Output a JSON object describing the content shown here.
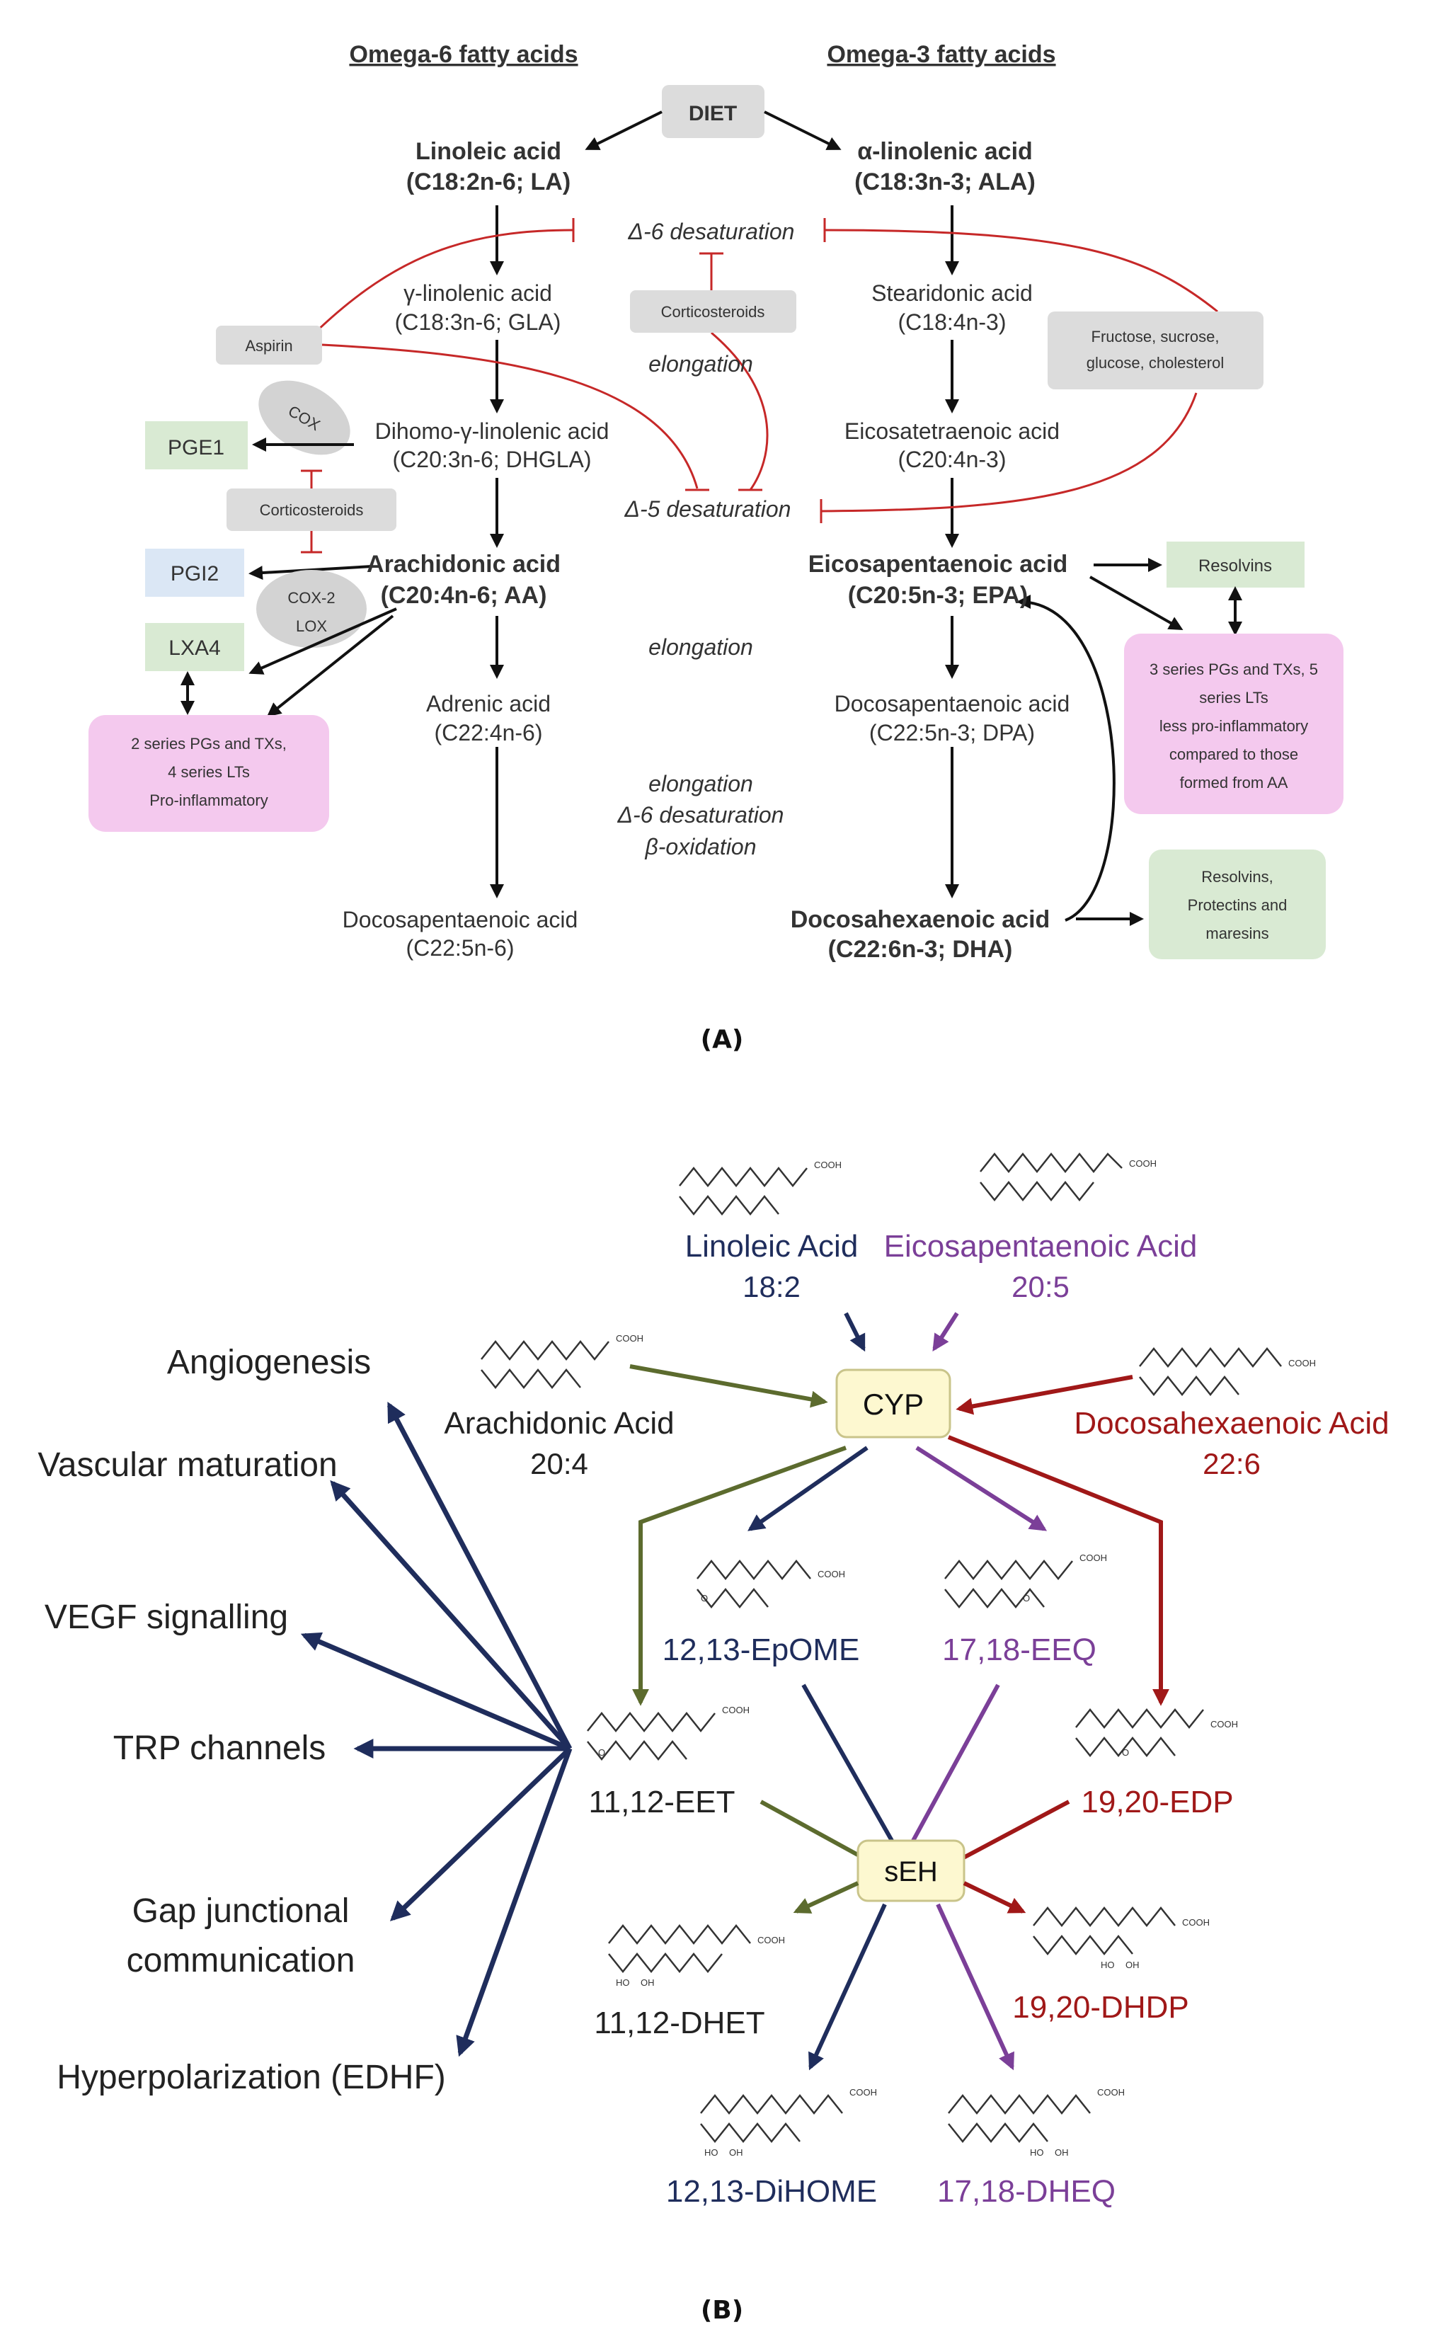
{
  "panel_a": {
    "header_omega6": "Omega-6 fatty acids",
    "header_omega3": "Omega-3 fatty acids",
    "diet": "DIET",
    "la_name": "Linoleic acid",
    "la_formula": "(C18:2n-6; LA)",
    "ala_name": "α-linolenic acid",
    "ala_formula": "(C18:3n-3; ALA)",
    "d6_desaturation": "Δ-6 desaturation",
    "gla_name": "γ-linolenic acid",
    "gla_formula": "(C18:3n-6; GLA)",
    "sda_name": "Stearidonic acid",
    "sda_formula": "(C18:4n-3)",
    "aspirin": "Aspirin",
    "corticosteroids_center": "Corticosteroids",
    "fructose_line1": "Fructose, sucrose,",
    "fructose_line2": "glucose, cholesterol",
    "elongation_1": "elongation",
    "cox": "COX",
    "pge1": "PGE1",
    "dhgla_name": "Dihomo-γ-linolenic acid",
    "dhgla_formula": "(C20:3n-6; DHGLA)",
    "eta_name": "Eicosatetraenoic acid",
    "eta_formula": "(C20:4n-3)",
    "corticosteroids_left": "Corticosteroids",
    "d5_desaturation": "Δ-5 desaturation",
    "pgi2": "PGI2",
    "aa_name": "Arachidonic acid",
    "aa_formula": "(C20:4n-6; AA)",
    "epa_name": "Eicosapentaenoic acid",
    "epa_formula": "(C20:5n-3; EPA)",
    "resolvins": "Resolvins",
    "cox2": "COX-2",
    "lox": "LOX",
    "lxa4": "LXA4",
    "elongation_2": "elongation",
    "series3_lines": [
      "3 series PGs and TXs, 5",
      "series LTs",
      "less pro-inflammatory",
      "compared to those",
      "formed from AA"
    ],
    "adrenic_name": "Adrenic acid",
    "adrenic_formula": "(C22:4n-6)",
    "dpa3_name": "Docosapentaenoic acid",
    "dpa3_formula": "(C22:5n-3; DPA)",
    "series2_lines": [
      "2 series PGs and TXs,",
      "4 series LTs",
      "Pro-inflammatory"
    ],
    "elongation_3": "elongation",
    "d6_desaturation_2": "Δ-6 desaturation",
    "beta_oxidation": "β-oxidation",
    "dpa6_name": "Docosapentaenoic acid",
    "dpa6_formula": "(C22:5n-6)",
    "dha_name": "Docosahexaenoic acid",
    "dha_formula": "(C22:6n-3; DHA)",
    "protectins_lines": [
      "Resolvins,",
      "Protectins and",
      "maresins"
    ],
    "caption": "(A)"
  },
  "panel_b": {
    "linoleic_name": "Linoleic Acid",
    "linoleic_num": "18:2",
    "epa_name": "Eicosapentaenoic Acid",
    "epa_num": "20:5",
    "arachidonic_name": "Arachidonic Acid",
    "arachidonic_num": "20:4",
    "dha_name": "Docosahexaenoic Acid",
    "dha_num": "22:6",
    "cyp": "CYP",
    "seh": "sEH",
    "epome": "12,13-EpOME",
    "eeq": "17,18-EEQ",
    "eet": "11,12-EET",
    "edp": "19,20-EDP",
    "dhet": "11,12-DHET",
    "dhdp": "19,20-DHDP",
    "dihome": "12,13-DiHOME",
    "dheq": "17,18-DHEQ",
    "effects": [
      "Angiogenesis",
      "Vascular maturation",
      "VEGF signalling",
      "TRP channels",
      "Gap junctional",
      "communication",
      "Hyperpolarization (EDHF)"
    ],
    "struct_label_cooh": "COOH",
    "struct_label_oh": "OH",
    "struct_label_ho": "HO",
    "struct_label_o": "O",
    "caption": "(B)"
  },
  "colors": {
    "navy": "#1f2d5c",
    "purple": "#7b3f98",
    "olive": "#5c6b2e",
    "darkred": "#a01818",
    "inhibit_red": "#c62828",
    "green_box": "#d9ead3",
    "blue_box": "#dbe7f5",
    "pink_box": "#f4c9ee",
    "gray_box": "#dcdcdc",
    "enzyme_box": "#fdf8d0"
  }
}
